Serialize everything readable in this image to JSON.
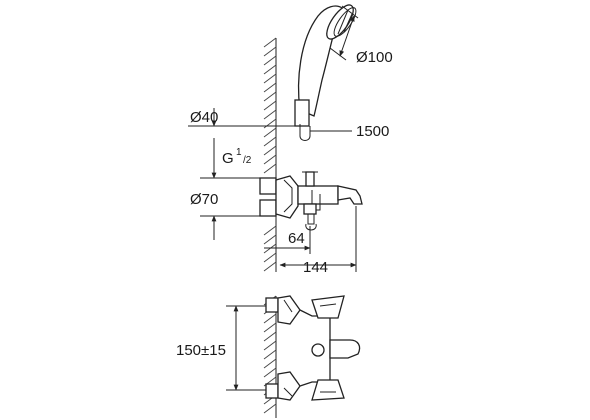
{
  "dimensions": {
    "shower_head_diameter": "Ø100",
    "rail_diameter": "Ø40",
    "hose_length": "1500",
    "connection_thread_base": "G",
    "connection_thread_sup": "1",
    "connection_thread_sub": "/2",
    "escutcheon_diameter": "Ø70",
    "spout_offset": "64",
    "projection": "144",
    "center_distance": "150±15"
  }
}
